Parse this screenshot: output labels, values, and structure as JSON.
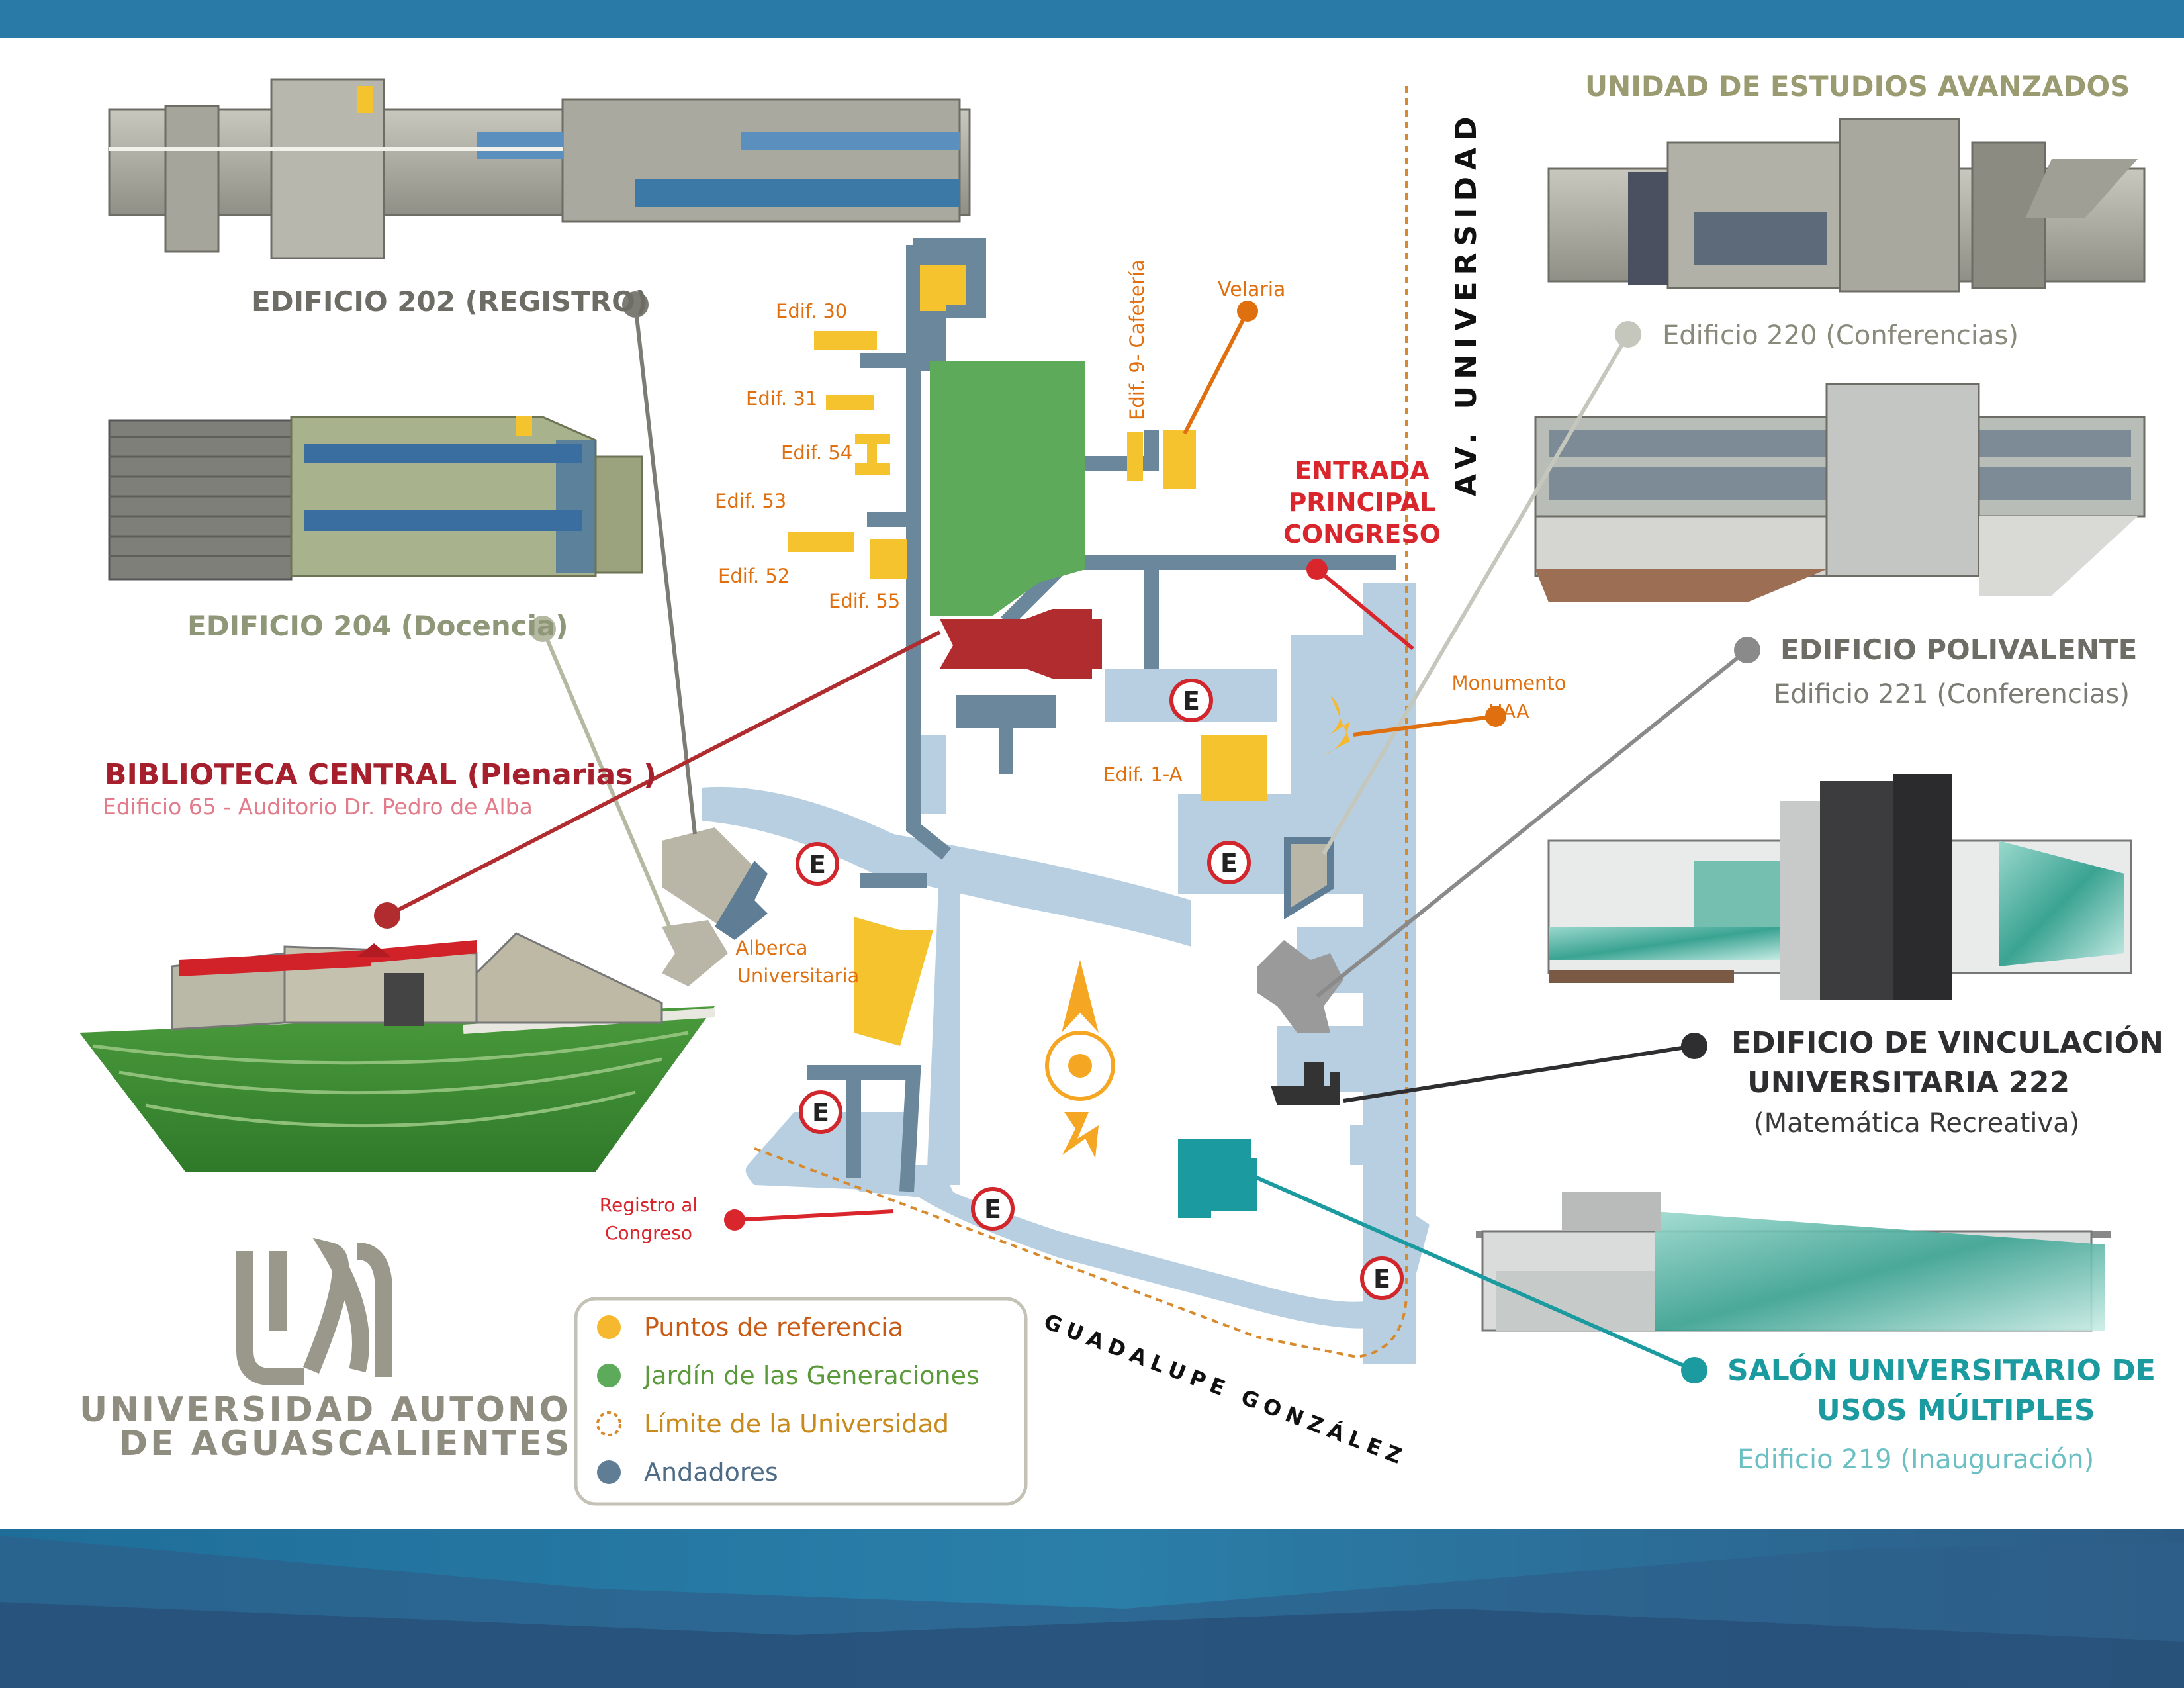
{
  "labels": {
    "ed202": "EDIFICIO 202 (REGISTRO)",
    "ed204": "EDIFICIO 204 (Docencia)",
    "biblio_title": "BIBLIOTECA CENTRAL (Plenarias )",
    "biblio_sub": "Edificio 65 - Auditorio Dr. Pedro de Alba",
    "uea": "UNIDAD DE ESTUDIOS AVANZADOS",
    "ed220": "Edificio 220 (Conferencias)",
    "polivalente": "EDIFICIO POLIVALENTE",
    "ed221": "Edificio 221 (Conferencias)",
    "vinc_1": "EDIFICIO DE VINCULACIÓN",
    "vinc_2": "UNIVERSITARIA  222",
    "vinc_3": "(Matemática Recreativa)",
    "salon_1": "SALÓN UNIVERSITARIO DE",
    "salon_2": "USOS MÚLTIPLES",
    "ed219": "Edificio 219 (Inauguración)",
    "entrada_1": "ENTRADA",
    "entrada_2": "PRINCIPAL",
    "entrada_3": "CONGRESO",
    "velaria": "Velaria",
    "edif9": "Edif. 9- Cafetería",
    "edif30": "Edif. 30",
    "edif31": "Edif. 31",
    "edif54": "Edif. 54",
    "edif53": "Edif. 53",
    "edif52": "Edif. 52",
    "edif55": "Edif. 55",
    "edif1a": "Edif. 1-A",
    "monumento_1": "Monumento",
    "monumento_2": "UAA",
    "alberca_1": "Alberca",
    "alberca_2": "Universitaria",
    "registro_1": "Registro al",
    "registro_2": "Congreso",
    "av_universidad": "AV. UNIVERSIDAD",
    "guadalupe": "GUADALUPE GONZÁLEZ",
    "north": "N",
    "parking": "E",
    "logo_1": "UNIVERSIDAD AUTONOMA",
    "logo_2": "DE AGUASCALIENTES"
  },
  "legend": [
    {
      "label": "Puntos de referencia",
      "color": "#f5b82e"
    },
    {
      "label": "Jardín de las Generaciones",
      "color": "#5daa5a"
    },
    {
      "label": "Límite de la Universidad",
      "color": "#d78a2d"
    },
    {
      "label": "Andadores",
      "color": "#5f7d95"
    }
  ],
  "colors": {
    "top_band": "#2a7aa8",
    "path_light": "#b7cfe0",
    "path_dark": "#6a879b",
    "building_yellow": "#f5c32e",
    "garden": "#5daa5a",
    "library": "#b02c2f",
    "label_orange": "#e0700f",
    "label_red": "#d9262c",
    "label_gray": "#8a8a7c",
    "label_dark": "#3a3a3a",
    "teal": "#1b9aa0",
    "boundary": "#d78a2d"
  }
}
